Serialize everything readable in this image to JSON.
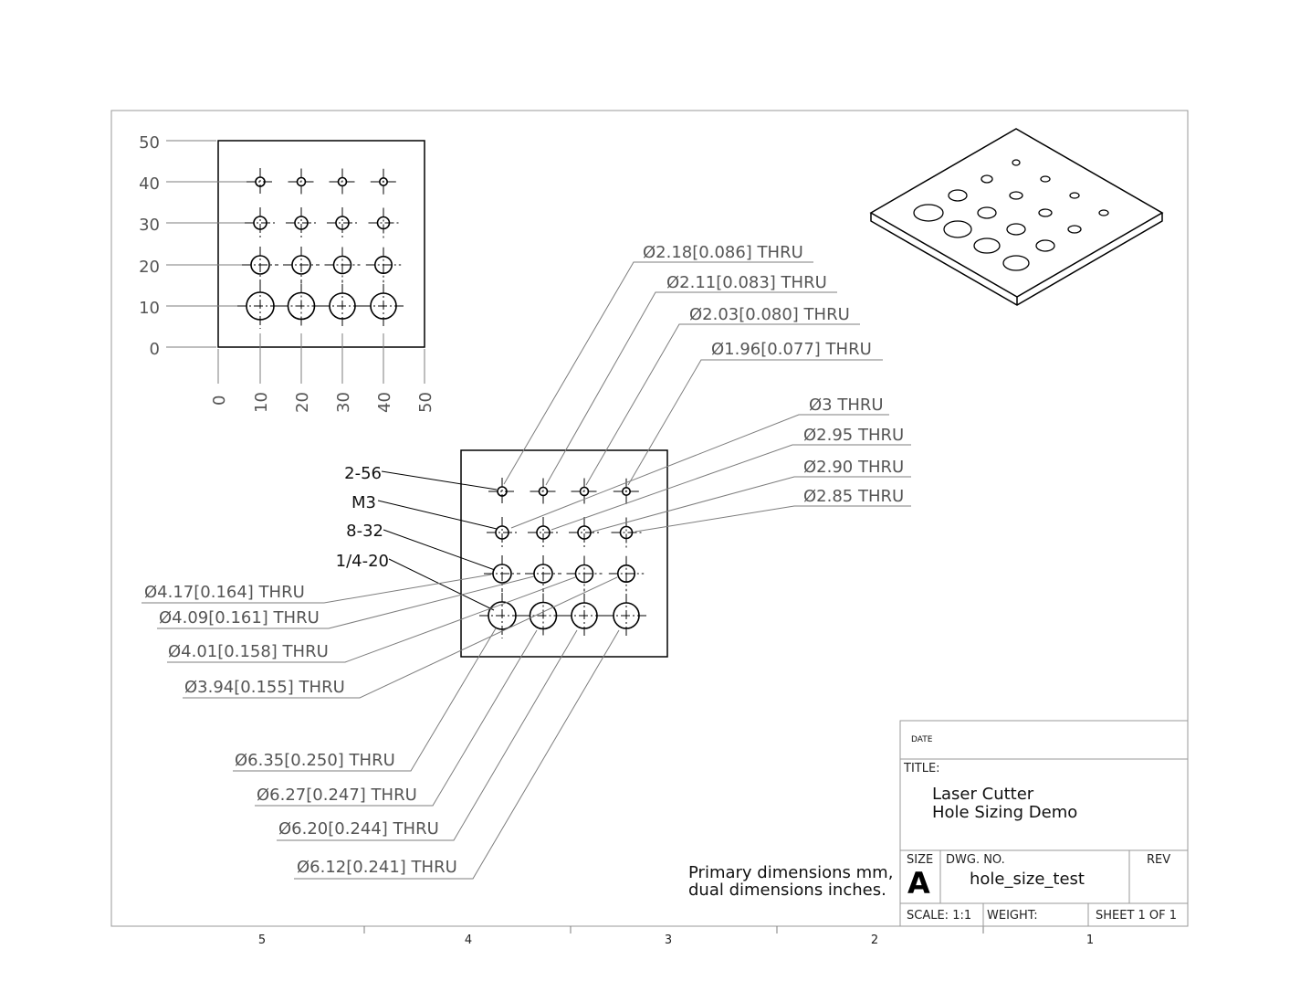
{
  "ordinate_view": {
    "y_labels": [
      "50",
      "40",
      "30",
      "20",
      "10",
      "0"
    ],
    "x_labels": [
      "0",
      "10",
      "20",
      "30",
      "40",
      "50"
    ]
  },
  "thread_callouts": [
    "2-56",
    "M3",
    "8-32",
    "1/4-20"
  ],
  "hole_callouts_right": [
    "Ø2.18[0.086] THRU",
    "Ø2.11[0.083] THRU",
    "Ø2.03[0.080] THRU",
    "Ø1.96[0.077] THRU",
    "Ø3 THRU",
    "Ø2.95 THRU",
    "Ø2.90 THRU",
    "Ø2.85 THRU"
  ],
  "hole_callouts_left": [
    "Ø4.17[0.164] THRU",
    "Ø4.09[0.161] THRU",
    "Ø4.01[0.158] THRU",
    "Ø3.94[0.155] THRU",
    "Ø6.35[0.250] THRU",
    "Ø6.27[0.247] THRU",
    "Ø6.20[0.244] THRU",
    "Ø6.12[0.241] THRU"
  ],
  "note": {
    "line1": "Primary dimensions mm,",
    "line2": "dual dimensions inches."
  },
  "title_block": {
    "date_label": "DATE",
    "title_label": "TITLE:",
    "title_line1": "Laser Cutter",
    "title_line2": "Hole Sizing Demo",
    "size_label": "SIZE",
    "size_value": "A",
    "dwg_no_label": "DWG.  NO.",
    "dwg_no_value": "hole_size_test",
    "rev_label": "REV",
    "scale": "SCALE: 1:1",
    "weight": "WEIGHT:",
    "sheet": "SHEET 1 OF 1"
  },
  "zone_labels": [
    "5",
    "4",
    "3",
    "2",
    "1"
  ]
}
